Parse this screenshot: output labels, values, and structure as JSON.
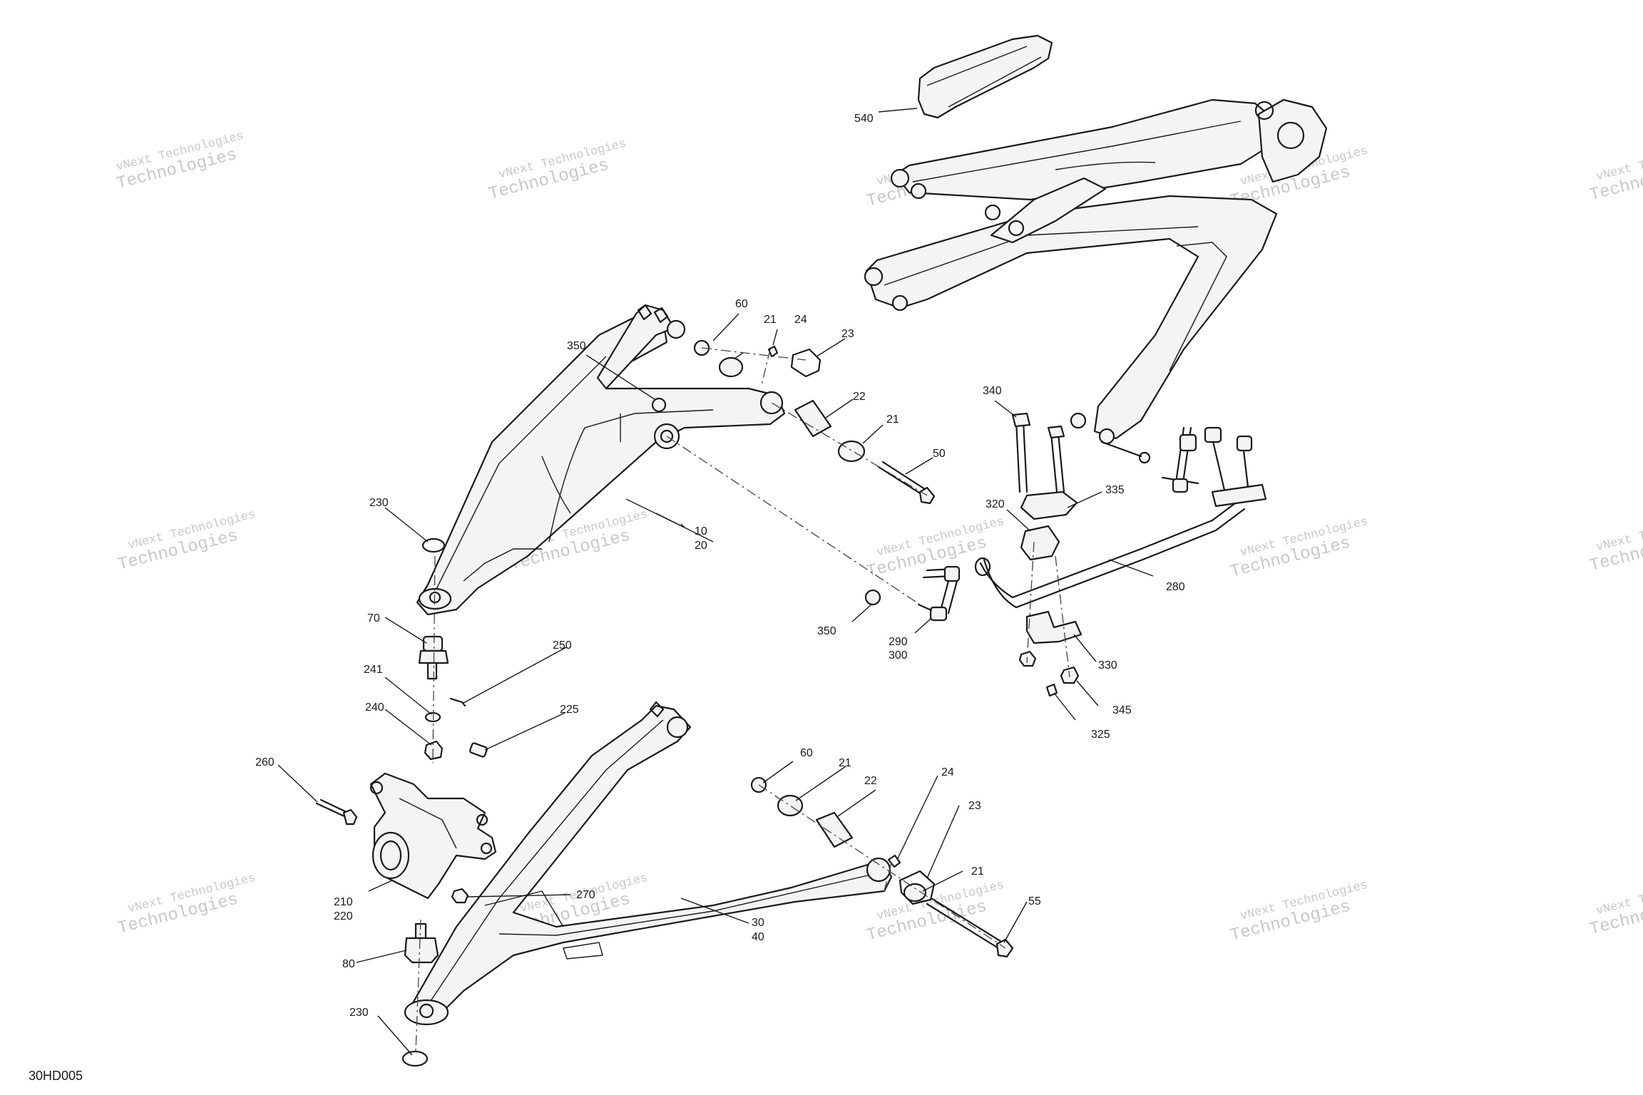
{
  "diagram_code": "30HD005",
  "watermark": {
    "line1": "vNext Technologies",
    "line2": "Technologies"
  },
  "callouts": {
    "c540": "540",
    "c60_top": "60",
    "c21_top": "21",
    "c24_top": "24",
    "c23_top": "23",
    "c350_top": "350",
    "c22_top": "22",
    "c21_top2": "21",
    "c50": "50",
    "c10_20": [
      "10",
      "20"
    ],
    "c230_top": "230",
    "c340": "340",
    "c335": "335",
    "c320": "320",
    "c280": "280",
    "c350_mid": "350",
    "c290_300": [
      "290",
      "300"
    ],
    "c330": "330",
    "c345": "345",
    "c325": "325",
    "c70": "70",
    "c250": "250",
    "c241": "241",
    "c240": "240",
    "c225": "225",
    "c260": "260",
    "c60_bot": "60",
    "c21_bot": "21",
    "c22_bot": "22",
    "c24_bot": "24",
    "c23_bot": "23",
    "c21_bot2": "21",
    "c210_220": [
      "210",
      "220"
    ],
    "c270": "270",
    "c55": "55",
    "c30_40": [
      "30",
      "40"
    ],
    "c80": "80",
    "c230_bot": "230"
  }
}
